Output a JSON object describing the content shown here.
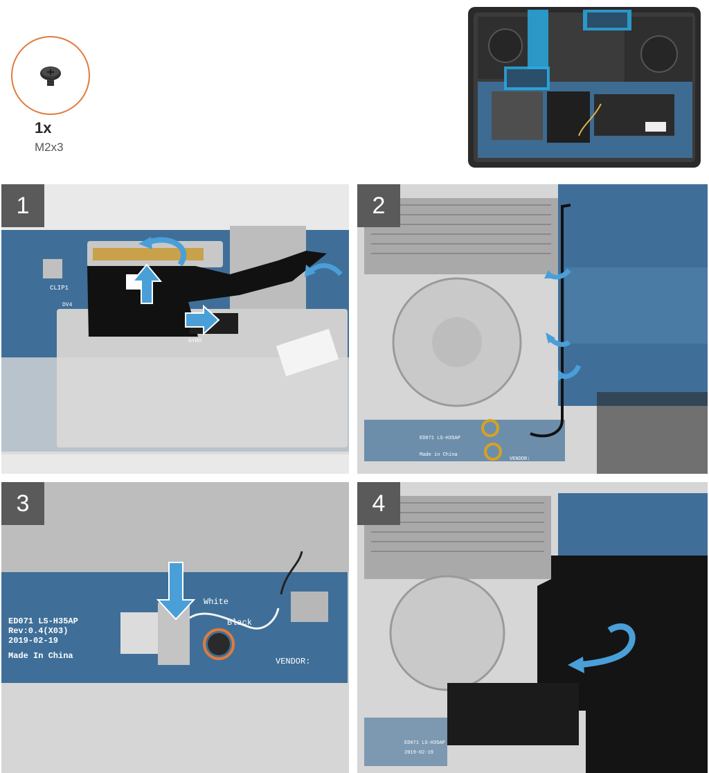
{
  "screw": {
    "quantity": "1x",
    "size": "M2x3"
  },
  "steps": [
    {
      "number": "1",
      "labels": [
        "CLIP1",
        "DV4",
        "GYRO"
      ]
    },
    {
      "number": "2",
      "labels": [
        "ED071 LS-H35AP",
        "Made in China",
        "VENDOR:"
      ]
    },
    {
      "number": "3",
      "labels": [
        "ED071 LS-H35AP",
        "Rev:0.4(X03)",
        "2019-02-19",
        "Made In China",
        "VENDOR:",
        "White",
        "Black"
      ]
    },
    {
      "number": "4",
      "labels": [
        "ED071 LS-H35AP",
        "2019-02-19"
      ]
    }
  ],
  "colors": {
    "accent": "#4a9fd8",
    "screw_ring": "#e07b3c",
    "highlight_ring": "#d8a21e",
    "board": "#3f6f98",
    "badge": "#5a5a5a"
  },
  "icons": [
    "screw-icon",
    "arrow-up-icon",
    "arrow-right-icon",
    "curved-arrow-icon",
    "arrow-down-icon",
    "arrow-left-icon"
  ]
}
